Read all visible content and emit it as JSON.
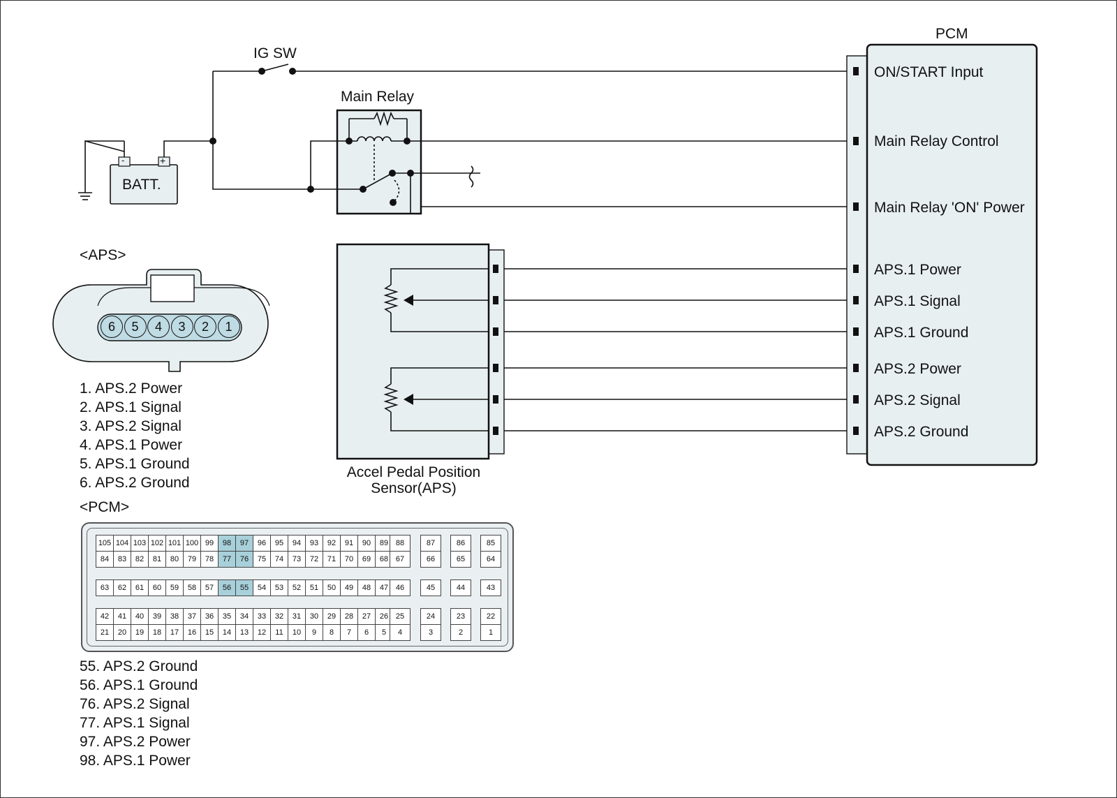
{
  "labels": {
    "ig_sw": "IG SW",
    "main_relay": "Main Relay",
    "battery": "BATT.",
    "battery_minus": "-",
    "battery_plus": "+",
    "pcm": "PCM",
    "aps_connector_title": "<APS>",
    "pcm_connector_title": "<PCM>",
    "sensor_line1": "Accel Pedal Position",
    "sensor_line2": "Sensor(APS)"
  },
  "pcm_pins": [
    "ON/START Input",
    "Main Relay Control",
    "Main Relay 'ON' Power",
    "APS.1 Power",
    "APS.1 Signal",
    "APS.1 Ground",
    "APS.2 Power",
    "APS.2 Signal",
    "APS.2 Ground"
  ],
  "aps_connector": {
    "pins": [
      "6",
      "5",
      "4",
      "3",
      "2",
      "1"
    ],
    "legend": [
      "1. APS.2 Power",
      "2. APS.1 Signal",
      "3. APS.2 Signal",
      "4. APS.1 Power",
      "5. APS.1 Ground",
      "6. APS.2 Ground"
    ]
  },
  "pcm_connector": {
    "block1": {
      "rows": [
        [
          "105",
          "104",
          "103",
          "102",
          "101",
          "100",
          "99",
          "98",
          "97",
          "96",
          "95",
          "94",
          "93",
          "92",
          "91",
          "90",
          "89"
        ],
        [
          "84",
          "83",
          "82",
          "81",
          "80",
          "79",
          "78",
          "77",
          "76",
          "75",
          "74",
          "73",
          "72",
          "71",
          "70",
          "69",
          "68"
        ]
      ],
      "singles": [
        [
          "88",
          "67"
        ],
        [
          "87",
          "66"
        ],
        [
          "86",
          "65"
        ],
        [
          "85",
          "64"
        ]
      ]
    },
    "block2": {
      "rows": [
        [
          "63",
          "62",
          "61",
          "60",
          "59",
          "58",
          "57",
          "56",
          "55",
          "54",
          "53",
          "52",
          "51",
          "50",
          "49",
          "48",
          "47"
        ]
      ],
      "singles": [
        [
          "46"
        ],
        [
          "45"
        ],
        [
          "44"
        ],
        [
          "43"
        ]
      ]
    },
    "block3": {
      "rows": [
        [
          "42",
          "41",
          "40",
          "39",
          "38",
          "37",
          "36",
          "35",
          "34",
          "33",
          "32",
          "31",
          "30",
          "29",
          "28",
          "27",
          "26"
        ],
        [
          "21",
          "20",
          "19",
          "18",
          "17",
          "16",
          "15",
          "14",
          "13",
          "12",
          "11",
          "10",
          "9",
          "8",
          "7",
          "6",
          "5"
        ]
      ],
      "singles": [
        [
          "25",
          "4"
        ],
        [
          "24",
          "3"
        ],
        [
          "23",
          "2"
        ],
        [
          "22",
          "1"
        ]
      ]
    },
    "highlighted": [
      "98",
      "97",
      "77",
      "76",
      "56",
      "55"
    ],
    "highlight_color": "#a8d0da",
    "legend": [
      "55. APS.2 Ground",
      "56. APS.1 Ground",
      "76. APS.2 Signal",
      "77. APS.1 Signal",
      "97. APS.2 Power",
      "98. APS.1 Power"
    ]
  },
  "colors": {
    "box_fill": "#e8eff1",
    "pin_highlight": "#a8d0da",
    "line": "#111111"
  }
}
